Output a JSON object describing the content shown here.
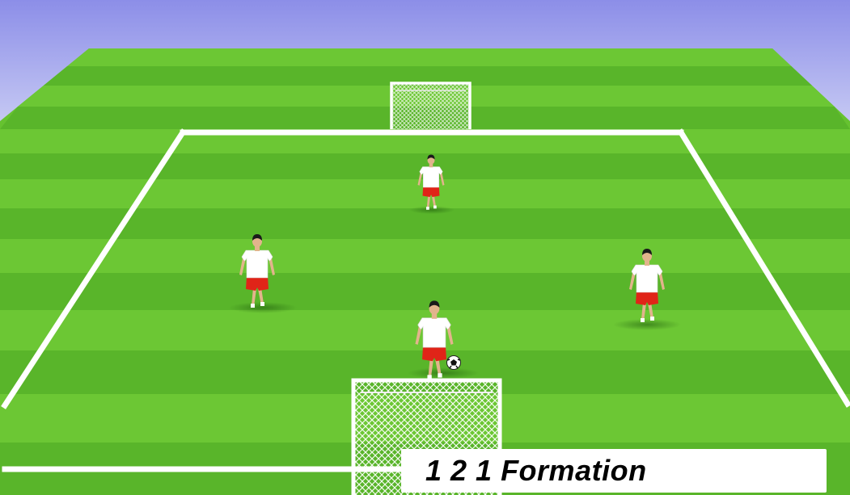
{
  "title": "1 2 1 Formation",
  "colors": {
    "sky_top": "#8c8ee8",
    "sky_bottom": "#c9ccf4",
    "grass_light": "#6cc734",
    "grass_dark": "#59b52a",
    "line": "#ffffff",
    "shirt": "#ffffff",
    "shorts": "#e02418",
    "skin": "#e2b48c",
    "hair": "#1a1a1a"
  },
  "scene": {
    "players": [
      {
        "id": "top-player",
        "role": "striker"
      },
      {
        "id": "left-player",
        "role": "left-midfielder"
      },
      {
        "id": "right-player",
        "role": "right-midfielder"
      },
      {
        "id": "bottom-player",
        "role": "defender-with-ball"
      }
    ],
    "goals": [
      {
        "id": "far-goal"
      },
      {
        "id": "near-goal"
      }
    ],
    "ball": {
      "id": "soccer-ball"
    }
  }
}
